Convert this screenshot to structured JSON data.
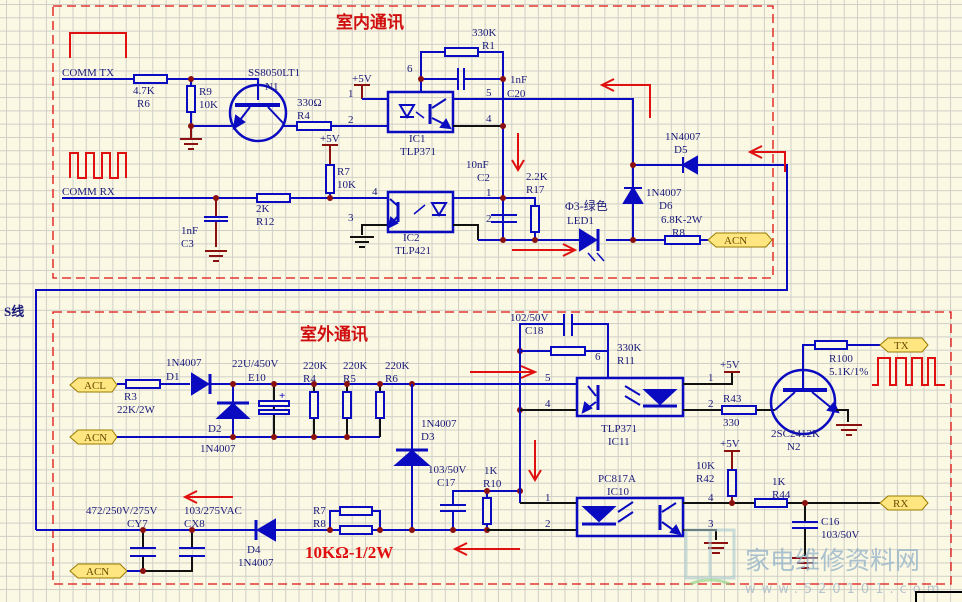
{
  "sections": {
    "indoor_title": "室内通讯",
    "outdoor_title": "室外通讯",
    "s_line": "S线"
  },
  "indoor": {
    "comm_tx": "COMM TX",
    "comm_rx": "COMM RX",
    "r6": "R6",
    "r6_val": "4.7K",
    "r9": "R9",
    "r9_val": "10K",
    "n1": "N1",
    "n1_part": "SS8050LT1",
    "r4": "R4",
    "r4_val": "330Ω",
    "vcc1": "+5V",
    "vcc2": "+5V",
    "r7": "R7",
    "r7_val": "10K",
    "r12": "R12",
    "r12_val": "2K",
    "c3": "C3",
    "c3_val": "1nF",
    "ic1": "IC1",
    "ic1_part": "TLP371",
    "ic2": "IC2",
    "ic2_part": "TLP421",
    "r1": "R1",
    "r1_val": "330K",
    "c20": "C20",
    "c20_val": "1nF",
    "c2": "C2",
    "c2_val": "10nF",
    "r17": "R17",
    "r17_val": "2.2K",
    "led1": "LED1",
    "led1_val": "Φ3-绿色",
    "d5": "D5",
    "d5_part": "1N4007",
    "d6": "D6",
    "d6_part": "1N4007",
    "r8": "R8",
    "r8_val": "6.8K-2W",
    "acn": "ACN",
    "pins": {
      "p1": "1",
      "p2": "2",
      "p3": "3",
      "p4": "4",
      "p5": "5",
      "p6": "6",
      "c1": "1",
      "c2": "2",
      "c4": "4",
      "c5": "5"
    }
  },
  "outdoor": {
    "acl": "ACL",
    "acn1": "ACN",
    "acn2": "ACN",
    "r3": "R3",
    "r3_val": "22K/2W",
    "d1": "D1",
    "d1_part": "1N4007",
    "d2": "D2",
    "d2_part": "1N4007",
    "e10": "E10",
    "e10_val": "22U/450V",
    "r4": "R4",
    "r4_val": "220K",
    "r5": "R5",
    "r5_val": "220K",
    "r6": "R6",
    "r6_val": "220K",
    "d3": "D3",
    "d3_part": "1N4007",
    "c17": "C17",
    "c17_val": "103/50V",
    "r10": "R10",
    "r10_val": "1K",
    "cy7": "CY7",
    "cy7_val": "472/250V/275V",
    "cx8": "CX8",
    "cx8_val": "103/275VAC",
    "d4": "D4",
    "d4_part": "1N4007",
    "r7": "R7",
    "r8": "R8",
    "r78_note": "10KΩ-1/2W",
    "c18": "C18",
    "c18_val": "102/50V",
    "r11": "R11",
    "r11_val": "330K",
    "ic11": "IC11",
    "ic11_part": "TLP371",
    "ic10": "IC10",
    "ic10_part": "PC817A",
    "vcc1": "+5V",
    "vcc2": "+5V",
    "r43": "R43",
    "r43_val": "330",
    "n2": "N2",
    "n2_part": "2SC2412K",
    "r100": "R100",
    "r100_val": "5.1K/1%",
    "r42": "R42",
    "r42_val": "10K",
    "r44": "R44",
    "r44_val": "1K",
    "c16": "C16",
    "c16_val": "103/50V",
    "tx": "TX",
    "rx": "RX",
    "pins": {
      "a5": "5",
      "a4": "4",
      "a1": "1",
      "a2": "2",
      "a6": "6",
      "b1": "1",
      "b2": "2",
      "b4": "4",
      "b3": "3"
    }
  },
  "watermark": {
    "name": "家电维修资料网",
    "url": "www.520101.com"
  },
  "colors": {
    "wire": "#0a0ac0",
    "annotation": "#e01010",
    "node": "#8b1010",
    "tag": "#ffe680"
  }
}
